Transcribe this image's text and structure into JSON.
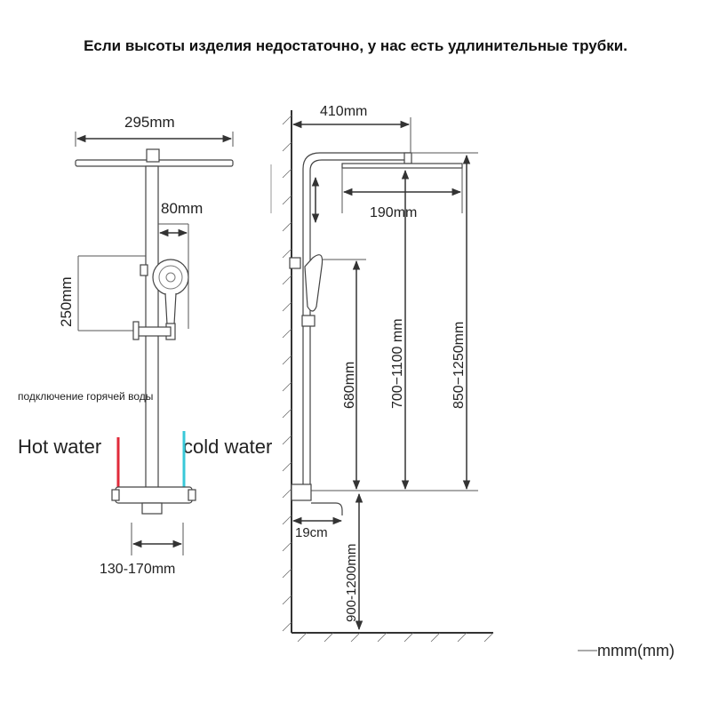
{
  "caption": "Если высоты изделия недостаточно, у нас есть удлинительные трубки.",
  "front_view": {
    "width_label": "295mm",
    "bracket_label": "80mm",
    "height_label": "250mm",
    "hot_connection_note": "подключение горячей воды",
    "hot_label": "Hot water",
    "cold_label": "cold water",
    "spacing_label": "130-170mm",
    "hot_color": "#e02a3a",
    "cold_color": "#38c8d8"
  },
  "side_view": {
    "arm_label": "410mm",
    "head_label": "190mm",
    "slide_label": "680mm",
    "range1_label": "700−1100 mm",
    "range2_label": "850−1250mm",
    "spout_label": "19cm",
    "floor_label": "900-1200mm"
  },
  "units_legend": "mmm(mm)"
}
